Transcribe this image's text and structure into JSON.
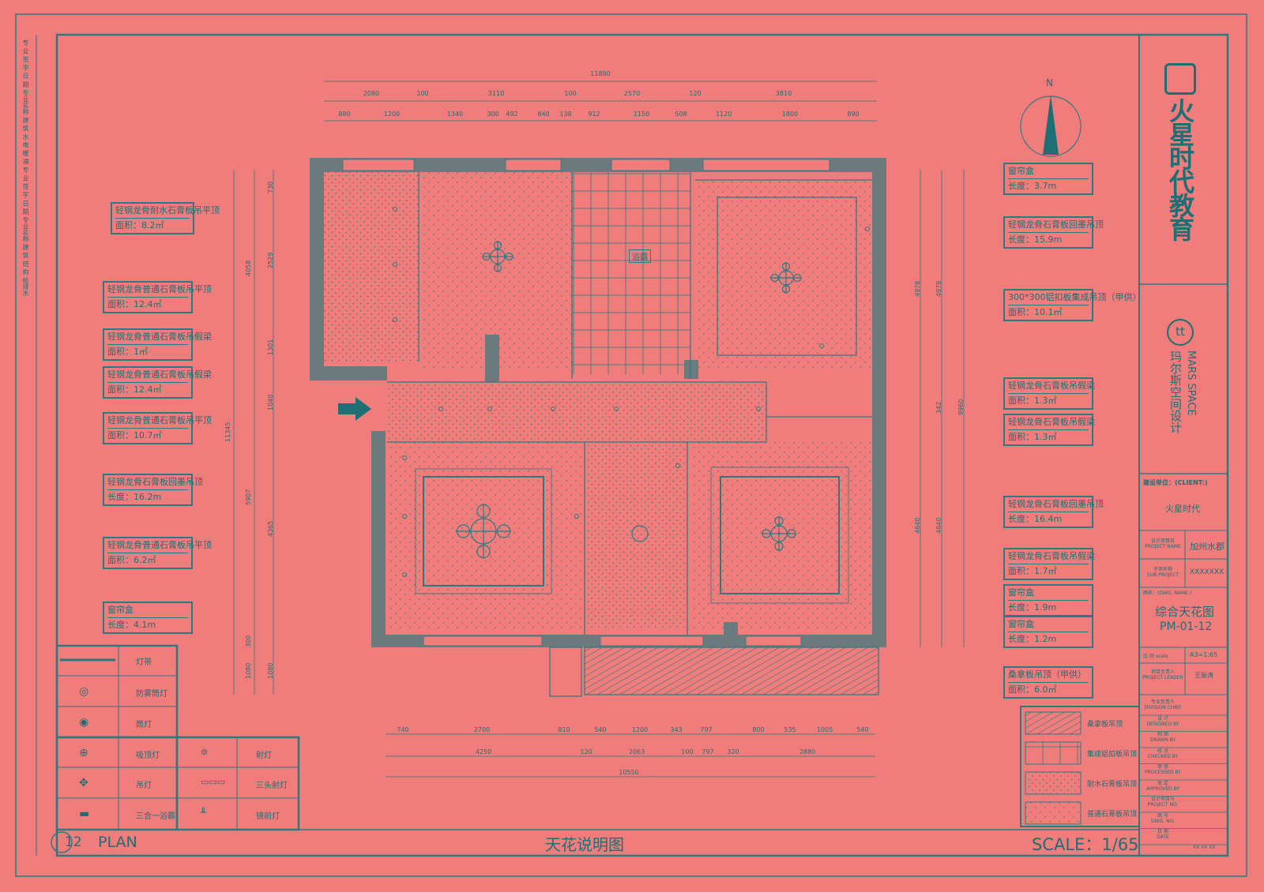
{
  "left_title_strip": [
    "专",
    "业",
    "签",
    "字",
    "日",
    "期",
    "专业名称",
    "建 筑",
    "水 电",
    "暖 通",
    "专 业",
    "签 字",
    "日 期",
    "专业名称",
    "建 筑",
    "结 构",
    "给排水"
  ],
  "dims": {
    "top_total": "11890",
    "top_row1": [
      "2080",
      "100",
      "3110",
      "100",
      "2570",
      "120",
      "3810"
    ],
    "top_row2": [
      "880",
      "1200",
      "1340",
      "300",
      "492",
      "840",
      "138",
      "912",
      "1150",
      "508",
      "1120",
      "1800",
      "890"
    ],
    "bottom_row1": [
      "740",
      "2700",
      "810",
      "540",
      "1200",
      "343",
      "797",
      "800",
      "535",
      "1005",
      "540"
    ],
    "bottom_row2": [
      "4250",
      "120",
      "2063",
      "100",
      "797",
      "320",
      "2880"
    ],
    "bottom_total": "10550",
    "left_outer": "11345",
    "left_row": [
      "730",
      "4058",
      "2529",
      "1301",
      "1040",
      "5907",
      "4365",
      "300",
      "1080",
      "1080"
    ],
    "right_row": [
      "4978",
      "4978",
      "342",
      "9960",
      "4640",
      "4640"
    ]
  },
  "left_labels": [
    {
      "l1": "轻钢龙骨耐水石膏板吊平顶",
      "l2": "面积：8.2㎡"
    },
    {
      "l1": "轻钢龙骨普通石膏板吊平顶",
      "l2": "面积：12.4㎡"
    },
    {
      "l1": "轻钢龙骨普通石膏板吊假梁",
      "l2": "面积：1㎡"
    },
    {
      "l1": "轻钢龙骨普通石膏板吊假梁",
      "l2": "面积：12.4㎡"
    },
    {
      "l1": "轻钢龙骨普通石膏板吊平顶",
      "l2": "面积：10.7㎡"
    },
    {
      "l1": "轻钢龙骨石膏板回墨吊顶",
      "l2": "长度：16.2m"
    },
    {
      "l1": "轻钢龙骨普通石膏板吊平顶",
      "l2": "面积：6.2㎡"
    },
    {
      "l1": "窗帘盒",
      "l2": "长度：4.1m"
    }
  ],
  "right_labels": [
    {
      "l1": "窗帘盒",
      "l2": "长度：3.7m"
    },
    {
      "l1": "轻钢龙骨石膏板回墨吊顶",
      "l2": "长度：15.9m"
    },
    {
      "l1": "300*300铝扣板集成吊顶（甲供）",
      "l2": "面积：10.1㎡"
    },
    {
      "l1": "轻钢龙骨石膏板吊假梁",
      "l2": "面积：1.3㎡"
    },
    {
      "l1": "轻钢龙骨石膏板吊假梁",
      "l2": "面积：1.3㎡"
    },
    {
      "l1": "轻钢龙骨石膏板回墨吊顶",
      "l2": "长度：16.4m"
    },
    {
      "l1": "轻钢龙骨石膏板吊假梁",
      "l2": "面积：1.7㎡"
    },
    {
      "l1": "窗帘盒",
      "l2": "长度：1.9m"
    },
    {
      "l1": "窗帘盒",
      "l2": "长度：1.2m"
    },
    {
      "l1": "桑拿板吊顶（甲供）",
      "l2": "面积：6.0㎡"
    }
  ],
  "bath_heater_label": "浴霸",
  "north": "N",
  "legend_left": [
    {
      "name": "灯带",
      "icon": "line-light-icon"
    },
    {
      "name": "防雾筒灯",
      "icon": "fog-downlight-icon"
    },
    {
      "name": "筒灯",
      "icon": "downlight-icon"
    },
    {
      "name": "吸顶灯",
      "icon": "ceiling-light-icon"
    },
    {
      "name": "吊灯",
      "icon": "pendant-light-icon"
    },
    {
      "name": "三合一浴霸",
      "icon": "bath-heater-icon"
    }
  ],
  "legend_right": [
    {
      "name": "射灯",
      "icon": "spotlight-icon"
    },
    {
      "name": "三头射灯",
      "icon": "triple-spotlight-icon"
    },
    {
      "name": "镜前灯",
      "icon": "mirror-light-icon"
    }
  ],
  "material_legend": [
    {
      "name": "桑拿板吊顶"
    },
    {
      "name": "集成铝扣板吊顶"
    },
    {
      "name": "耐水石膏板吊顶"
    },
    {
      "name": "普通石膏板吊顶"
    }
  ],
  "title_block": {
    "brand": "火星时代教育",
    "sub_brand_cn": "玛尔斯空间设计",
    "sub_brand_en": "MARS SPACE",
    "client_label": "建设单位：(CLIENT:)",
    "client": "火星时代",
    "project_label": "设计项目名",
    "project_label_en": "PROJECT NAME",
    "project": "加州水郡",
    "sub_project_label": "子项名称",
    "sub_project_label_en": "SUB PROJECT",
    "sub_project": "XXXXXXX",
    "drawing_label": "图名：(DWG. NAME:)",
    "drawing_name": "综合天花图",
    "drawing_no": "PM-01-12",
    "scale_label": "比 例 scale",
    "scale": "A3=1:65",
    "leader_label": "项目负责人",
    "leader_label_en": "PROJECT LEADER",
    "leader": "王振涛",
    "rows": [
      {
        "cn": "专业负责人",
        "en": "DIVISION CHIEF"
      },
      {
        "cn": "设 计",
        "en": "DESIGNED BY"
      },
      {
        "cn": "制 图",
        "en": "DRAWN BY"
      },
      {
        "cn": "校 对",
        "en": "CHECKED BY"
      },
      {
        "cn": "审 核",
        "en": "PROCESSED BY"
      },
      {
        "cn": "审 定",
        "en": "APPROVED BY"
      },
      {
        "cn": "设计项目号",
        "en": "PROJECT NO."
      },
      {
        "cn": "图 号",
        "en": "DWG. NO."
      },
      {
        "cn": "日 期",
        "en": "DATE"
      }
    ],
    "date": "XX XX XX"
  },
  "footer": {
    "number": "12",
    "plan": "PLAN",
    "title": "天花说明图",
    "scale": "SCALE：1/65"
  },
  "colors": {
    "bg": "#f07c7c",
    "line": "#2a7a80",
    "wall": "#6b7b7d"
  }
}
